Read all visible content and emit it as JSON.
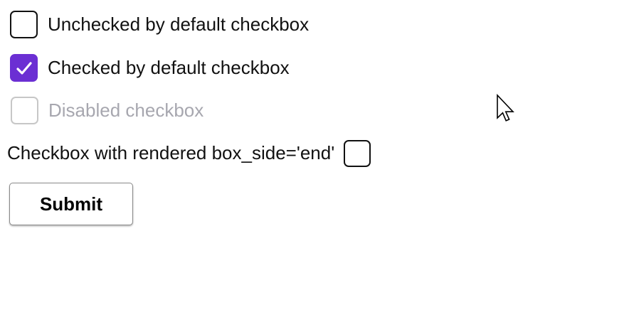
{
  "checkboxes": [
    {
      "label": "Unchecked by default checkbox",
      "state": "unchecked",
      "box_side": "start"
    },
    {
      "label": "Checked by default checkbox",
      "state": "checked",
      "box_side": "start"
    },
    {
      "label": "Disabled checkbox",
      "state": "disabled",
      "box_side": "start"
    },
    {
      "label": "Checkbox with rendered box_side='end'",
      "state": "unchecked",
      "box_side": "end"
    }
  ],
  "button": {
    "label": "Submit"
  },
  "icons": {
    "checkmark": "checkmark-icon",
    "cursor": "mouse-cursor-icon"
  },
  "colors": {
    "accent_purple": "#6B2FD3",
    "checkbox_border": "#111111",
    "disabled_border": "#C7C7C7",
    "disabled_text": "#A7A7AF",
    "button_border": "#8A8A8A",
    "background": "#FFFFFF",
    "text": "#111111"
  }
}
